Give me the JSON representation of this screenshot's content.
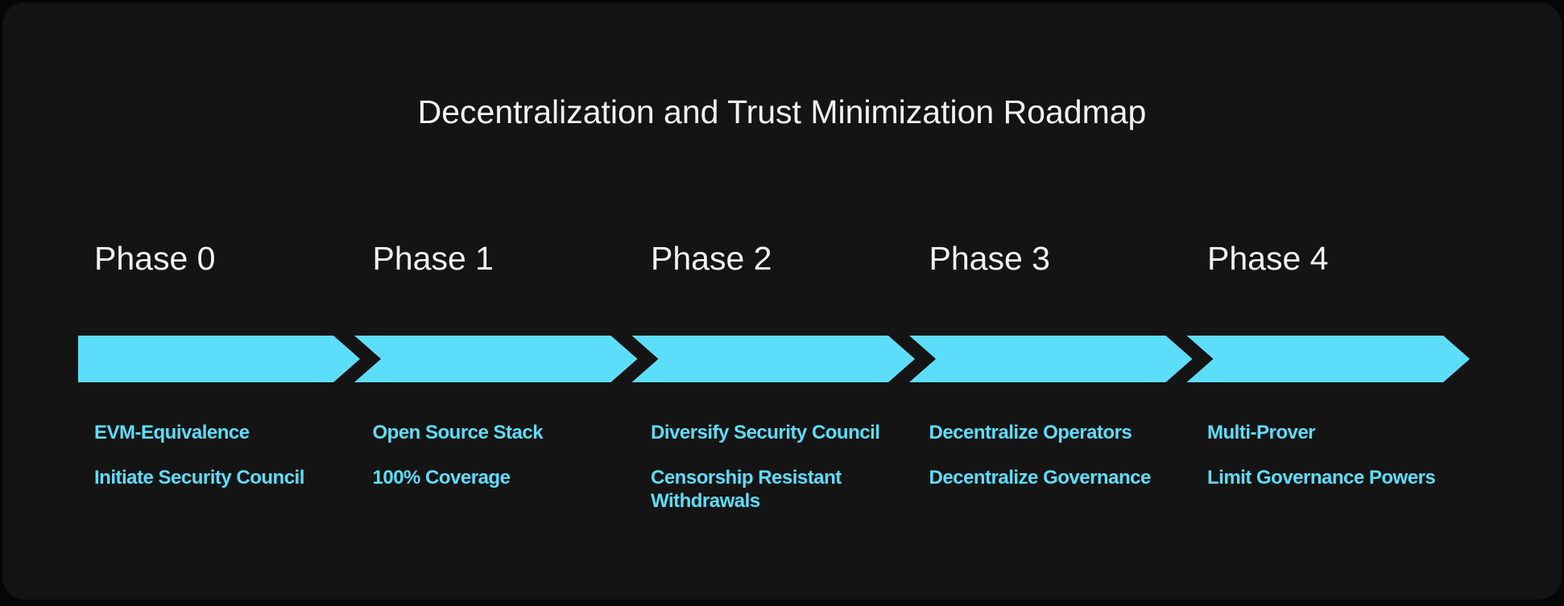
{
  "title": "Decentralization and Trust Minimization Roadmap",
  "colors": {
    "page_background": "#060606",
    "card_background": "#141414",
    "accent": "#5CDEFB",
    "heading_text": "#F2F2F2"
  },
  "phases": [
    {
      "label": "Phase 0",
      "bullets": [
        "EVM-Equivalence",
        "Initiate Security Council"
      ]
    },
    {
      "label": "Phase 1",
      "bullets": [
        "Open Source Stack",
        "100% Coverage"
      ]
    },
    {
      "label": "Phase 2",
      "bullets": [
        "Diversify Security Council",
        "Censorship Resistant\nWithdrawals"
      ]
    },
    {
      "label": "Phase 3",
      "bullets": [
        "Decentralize Operators",
        "Decentralize Governance"
      ]
    },
    {
      "label": "Phase 4",
      "bullets": [
        "Multi-Prover",
        "Limit Governance Powers"
      ]
    }
  ]
}
